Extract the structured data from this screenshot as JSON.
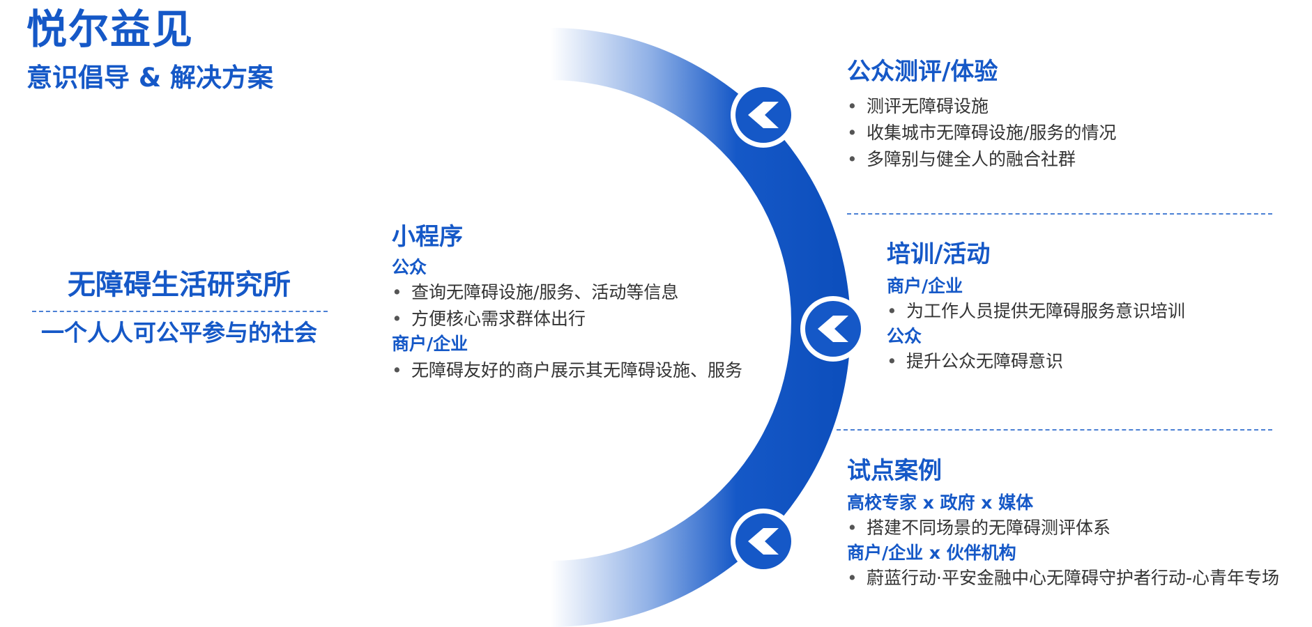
{
  "brand": {
    "name": "悦尔益见",
    "subtitle": "意识倡导 & 解决方案"
  },
  "organization": {
    "name": "无障碍生活研究所",
    "slogan": "一个人人可公平参与的社会"
  },
  "colors": {
    "primary": "#1558c7",
    "arc_light": "#ffffff",
    "text": "#333333"
  },
  "mini_program": {
    "title": "小程序",
    "groups": [
      {
        "label": "公众",
        "items": [
          "查询无障碍设施/服务、活动等信息",
          "方便核心需求群体出行"
        ]
      },
      {
        "label": "商户/企业",
        "items": [
          "无障碍友好的商户展示其无障碍设施、服务"
        ]
      }
    ]
  },
  "evaluation": {
    "title": "公众测评/体验",
    "items": [
      "测评无障碍设施",
      "收集城市无障碍设施/服务的情况",
      "多障别与健全人的融合社群"
    ]
  },
  "training": {
    "title": "培训/活动",
    "groups": [
      {
        "label": "商户/企业",
        "items": [
          "为工作人员提供无障碍服务意识培训"
        ]
      },
      {
        "label": "公众",
        "items": [
          "提升公众无障碍意识"
        ]
      }
    ]
  },
  "pilot": {
    "title": "试点案例",
    "groups": [
      {
        "label": "高校专家 x 政府 x 媒体",
        "items": [
          "搭建不同场景的无障碍测评体系"
        ]
      },
      {
        "label": "商户/企业 x 伙伴机构",
        "items": [
          "蔚蓝行动·平安金融中心无障碍守护者行动-心青年专场"
        ]
      }
    ]
  },
  "icons": [
    "chevron-left-icon",
    "chevron-left-icon",
    "chevron-left-icon"
  ]
}
